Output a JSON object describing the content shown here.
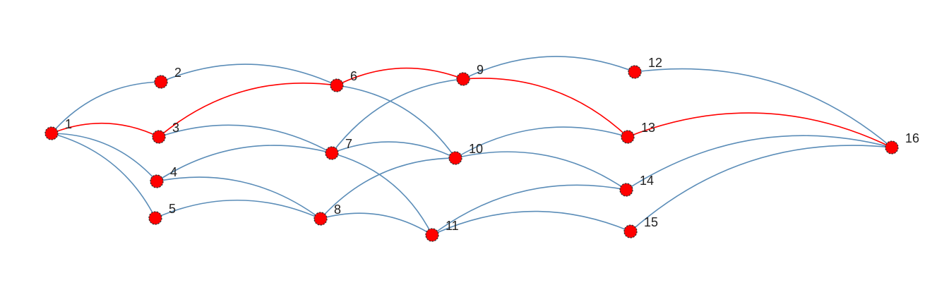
{
  "colors": {
    "edge_default": "#5b8db8",
    "edge_highlight": "#ff0000",
    "node_fill": "#ff0000",
    "node_stroke": "#333333",
    "label": "#222222"
  },
  "nodes": [
    {
      "id": "1",
      "label": "1"
    },
    {
      "id": "2",
      "label": "2"
    },
    {
      "id": "3",
      "label": "3"
    },
    {
      "id": "4",
      "label": "4"
    },
    {
      "id": "5",
      "label": "5"
    },
    {
      "id": "6",
      "label": "6"
    },
    {
      "id": "7",
      "label": "7"
    },
    {
      "id": "8",
      "label": "8"
    },
    {
      "id": "9",
      "label": "9"
    },
    {
      "id": "10",
      "label": "10"
    },
    {
      "id": "11",
      "label": "11"
    },
    {
      "id": "12",
      "label": "12"
    },
    {
      "id": "13",
      "label": "13"
    },
    {
      "id": "14",
      "label": "14"
    },
    {
      "id": "15",
      "label": "15"
    },
    {
      "id": "16",
      "label": "16"
    }
  ],
  "edges": [
    {
      "from": "1",
      "to": "2",
      "highlight": false
    },
    {
      "from": "1",
      "to": "3",
      "highlight": true
    },
    {
      "from": "1",
      "to": "4",
      "highlight": false
    },
    {
      "from": "1",
      "to": "5",
      "highlight": false
    },
    {
      "from": "2",
      "to": "6",
      "highlight": false
    },
    {
      "from": "3",
      "to": "6",
      "highlight": true
    },
    {
      "from": "3",
      "to": "7",
      "highlight": false
    },
    {
      "from": "4",
      "to": "7",
      "highlight": false
    },
    {
      "from": "4",
      "to": "8",
      "highlight": false
    },
    {
      "from": "5",
      "to": "8",
      "highlight": false
    },
    {
      "from": "6",
      "to": "9",
      "highlight": true
    },
    {
      "from": "6",
      "to": "10",
      "highlight": false
    },
    {
      "from": "7",
      "to": "9",
      "highlight": false
    },
    {
      "from": "7",
      "to": "10",
      "highlight": false
    },
    {
      "from": "7",
      "to": "11",
      "highlight": false
    },
    {
      "from": "8",
      "to": "10",
      "highlight": false
    },
    {
      "from": "8",
      "to": "11",
      "highlight": false
    },
    {
      "from": "9",
      "to": "12",
      "highlight": false
    },
    {
      "from": "9",
      "to": "13",
      "highlight": true
    },
    {
      "from": "10",
      "to": "13",
      "highlight": false
    },
    {
      "from": "10",
      "to": "14",
      "highlight": false
    },
    {
      "from": "11",
      "to": "14",
      "highlight": false
    },
    {
      "from": "11",
      "to": "15",
      "highlight": false
    },
    {
      "from": "12",
      "to": "16",
      "highlight": false
    },
    {
      "from": "13",
      "to": "16",
      "highlight": true
    },
    {
      "from": "14",
      "to": "16",
      "highlight": false
    },
    {
      "from": "15",
      "to": "16",
      "highlight": false
    }
  ]
}
